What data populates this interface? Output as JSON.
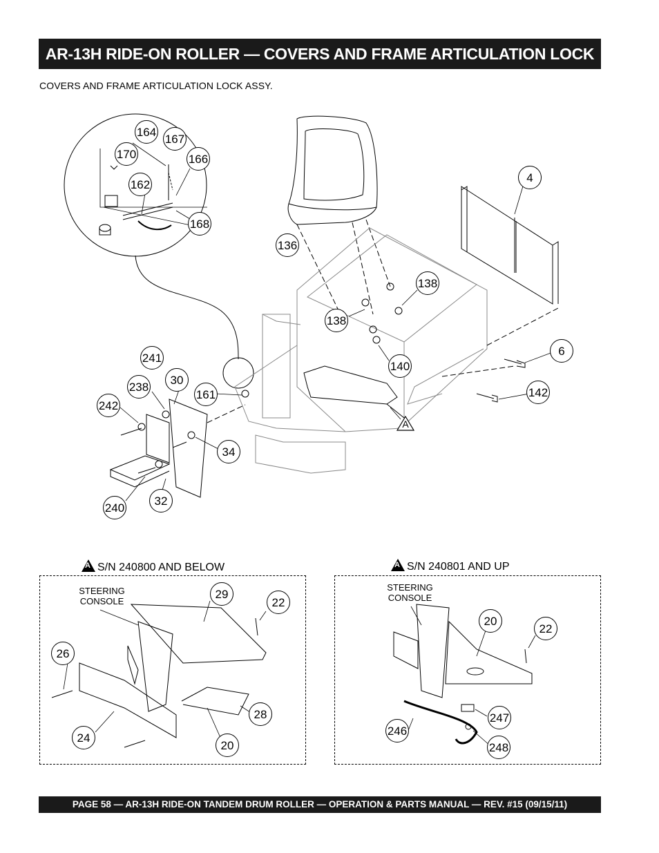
{
  "header": {
    "title": "AR-13H RIDE-ON ROLLER — COVERS AND FRAME ARTICULATION LOCK ASSY."
  },
  "subtitle": "COVERS AND FRAME  ARTICULATION LOCK ASSY.",
  "main_callouts": [
    "164",
    "167",
    "170",
    "166",
    "162",
    "168",
    "4",
    "136",
    "138",
    "138",
    "6",
    "140",
    "142",
    "241",
    "30",
    "238",
    "161",
    "242",
    "34",
    "240",
    "32"
  ],
  "ref_letter": "A",
  "left_panel": {
    "label": "S/N 240800 AND BELOW",
    "steering_label_1": "STEERING",
    "steering_label_2": "CONSOLE",
    "callouts": [
      "29",
      "22",
      "26",
      "28",
      "24",
      "20"
    ]
  },
  "right_panel": {
    "label": "S/N 240801 AND UP",
    "steering_label_1": "STEERING",
    "steering_label_2": "CONSOLE",
    "callouts": [
      "20",
      "22",
      "247",
      "246",
      "248"
    ]
  },
  "footer": {
    "text": "PAGE 58 — AR-13H RIDE-ON TANDEM DRUM ROLLER — OPERATION & PARTS MANUAL — REV. #15 (09/15/11)"
  }
}
